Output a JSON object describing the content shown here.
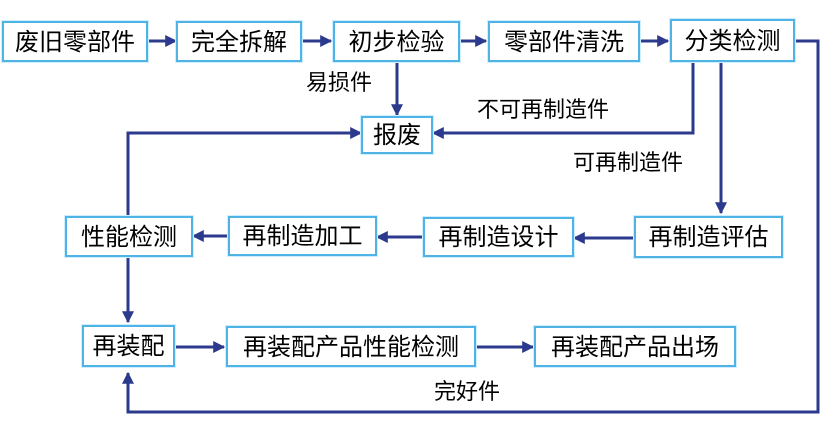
{
  "colors": {
    "arrow": "#2b3a8c",
    "box_border": "#4fb3e6"
  },
  "nodes": {
    "waste_parts": "废旧零部件",
    "full_disassembly": "完全拆解",
    "initial_inspection": "初步检验",
    "parts_cleaning": "零部件清洗",
    "classification_test": "分类检测",
    "scrap": "报废",
    "performance_test": "性能检测",
    "remanufacture_processing": "再制造加工",
    "remanufacture_design": "再制造设计",
    "remanufacture_evaluation": "再制造评估",
    "reassembly": "再装配",
    "reassembled_product_test": "再装配产品性能检测",
    "reassembled_product_shipment": "再装配产品出场"
  },
  "labels": {
    "wear_parts": "易损件",
    "non_remanufacturable": "不可再制造件",
    "remanufacturable": "可再制造件",
    "intact_parts": "完好件"
  }
}
